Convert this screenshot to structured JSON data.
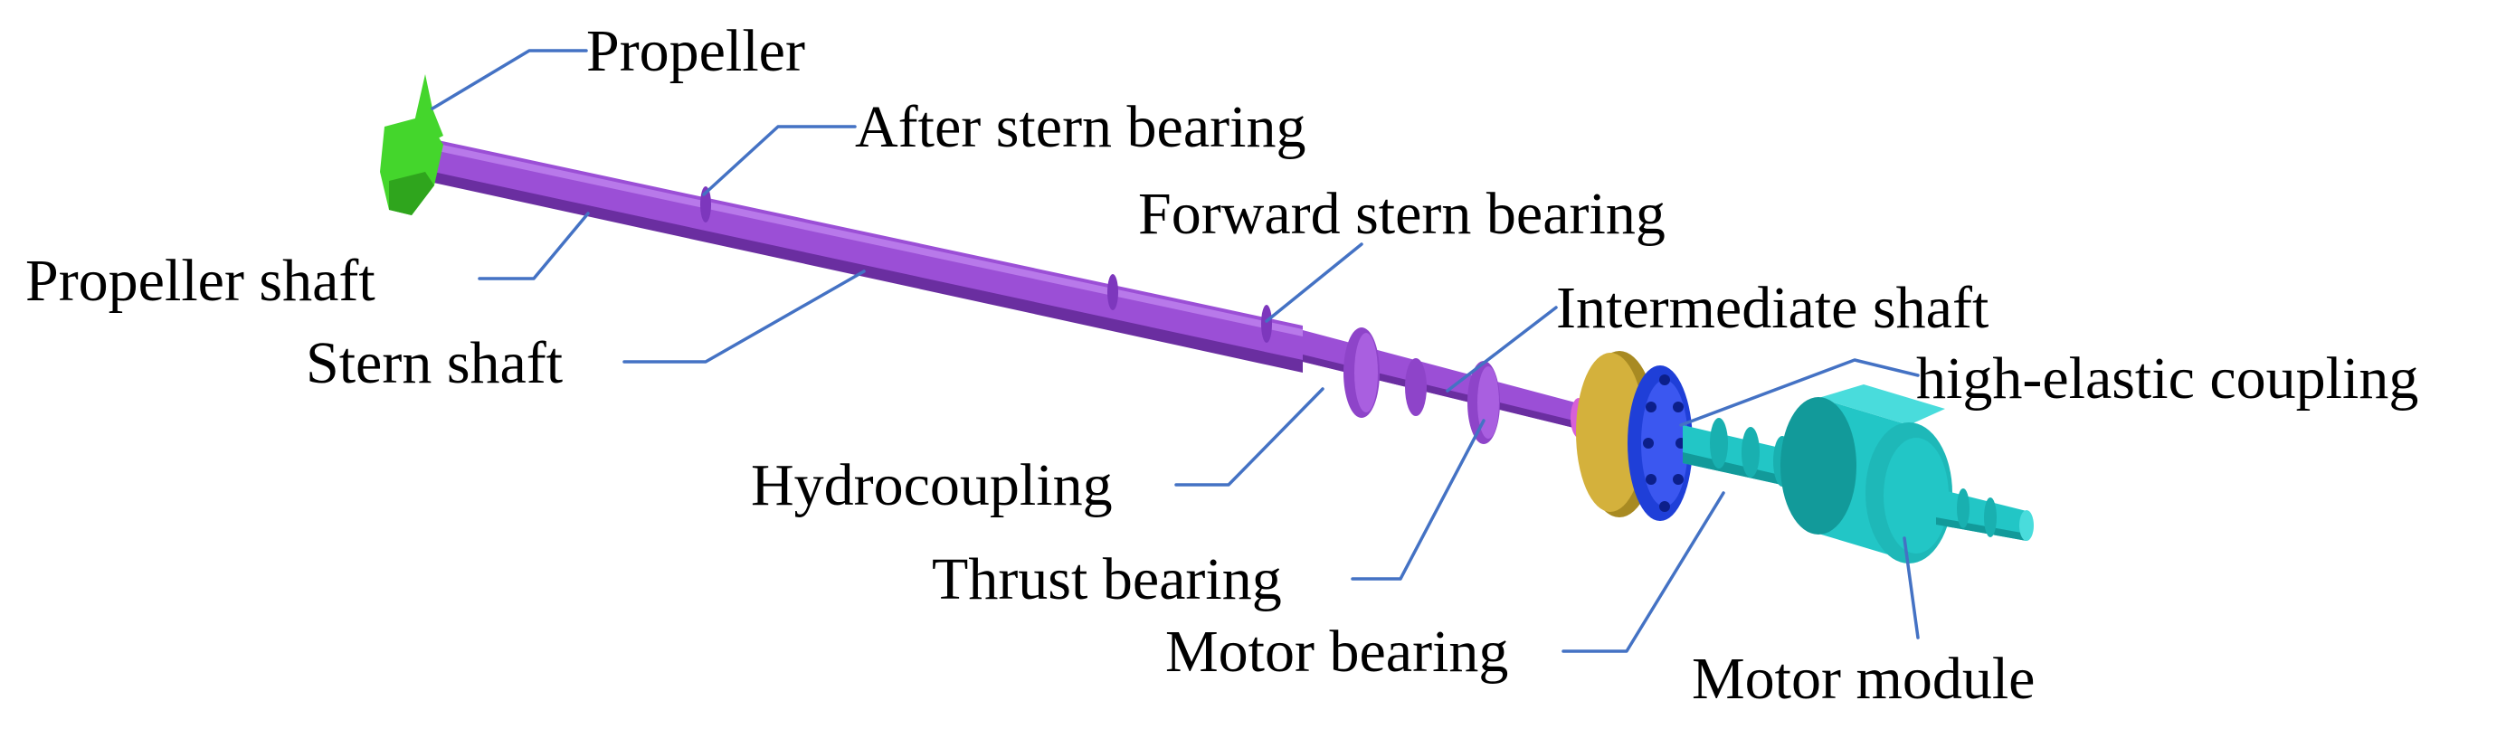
{
  "labels": {
    "propeller": "Propeller",
    "after_stern_bearing": "After stern bearing",
    "forward_stern_bearing": "Forward stern bearing",
    "propeller_shaft": "Propeller shaft",
    "stern_shaft": "Stern shaft",
    "intermediate_shaft": "Intermediate shaft",
    "high_elastic_coupling": "high-elastic coupling",
    "hydrocoupling": "Hydrocoupling",
    "thrust_bearing": "Thrust bearing",
    "motor_bearing": "Motor bearing",
    "motor_module": "Motor module"
  },
  "colors": {
    "shaft": "#9b4fd6",
    "shaft_shadow": "#6a2ea0",
    "propeller": "#44d62c",
    "coupling_ring": "#d4b13c",
    "coupling_bolts": "#1f3fd8",
    "motor": "#22c6c6",
    "motor_shadow": "#129a9a",
    "leader_line": "#4472c4"
  }
}
